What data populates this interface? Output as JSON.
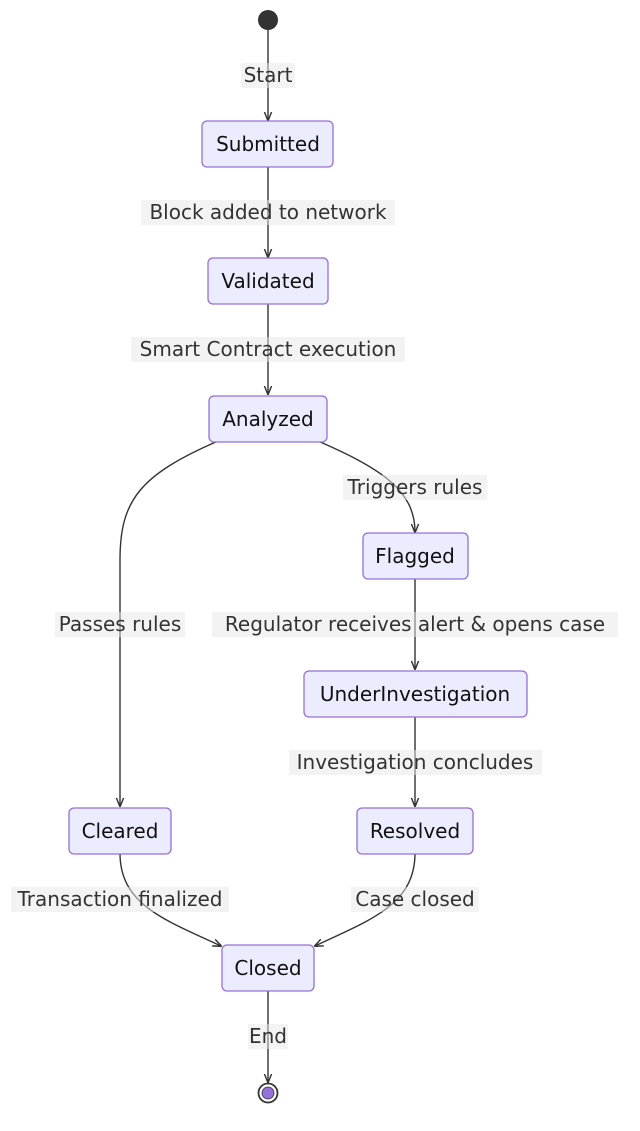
{
  "diagram": {
    "type": "state-diagram",
    "colors": {
      "node_fill": "#ececff",
      "node_stroke": "#9370db",
      "edge": "#333333",
      "start_fill": "#333333",
      "end_fill": "#9370db"
    },
    "nodes": {
      "submitted": "Submitted",
      "validated": "Validated",
      "analyzed": "Analyzed",
      "flagged": "Flagged",
      "under_investigation": "UnderInvestigation",
      "cleared": "Cleared",
      "resolved": "Resolved",
      "closed": "Closed"
    },
    "edges": {
      "start": "Start",
      "block_added": "Block added to network",
      "smart_contract": "Smart Contract execution",
      "triggers_rules": "Triggers rules",
      "passes_rules": "Passes rules",
      "regulator_alert": "Regulator receives alert & opens case",
      "investigation_concludes": "Investigation concludes",
      "transaction_finalized": "Transaction finalized",
      "case_closed": "Case closed",
      "end": "End"
    },
    "transitions": [
      {
        "from": "[*]",
        "to": "Submitted",
        "label": "Start"
      },
      {
        "from": "Submitted",
        "to": "Validated",
        "label": "Block added to network"
      },
      {
        "from": "Validated",
        "to": "Analyzed",
        "label": "Smart Contract execution"
      },
      {
        "from": "Analyzed",
        "to": "Flagged",
        "label": "Triggers rules"
      },
      {
        "from": "Analyzed",
        "to": "Cleared",
        "label": "Passes rules"
      },
      {
        "from": "Flagged",
        "to": "UnderInvestigation",
        "label": "Regulator receives alert & opens case"
      },
      {
        "from": "UnderInvestigation",
        "to": "Resolved",
        "label": "Investigation concludes"
      },
      {
        "from": "Cleared",
        "to": "Closed",
        "label": "Transaction finalized"
      },
      {
        "from": "Resolved",
        "to": "Closed",
        "label": "Case closed"
      },
      {
        "from": "Closed",
        "to": "[*]",
        "label": "End"
      }
    ]
  }
}
